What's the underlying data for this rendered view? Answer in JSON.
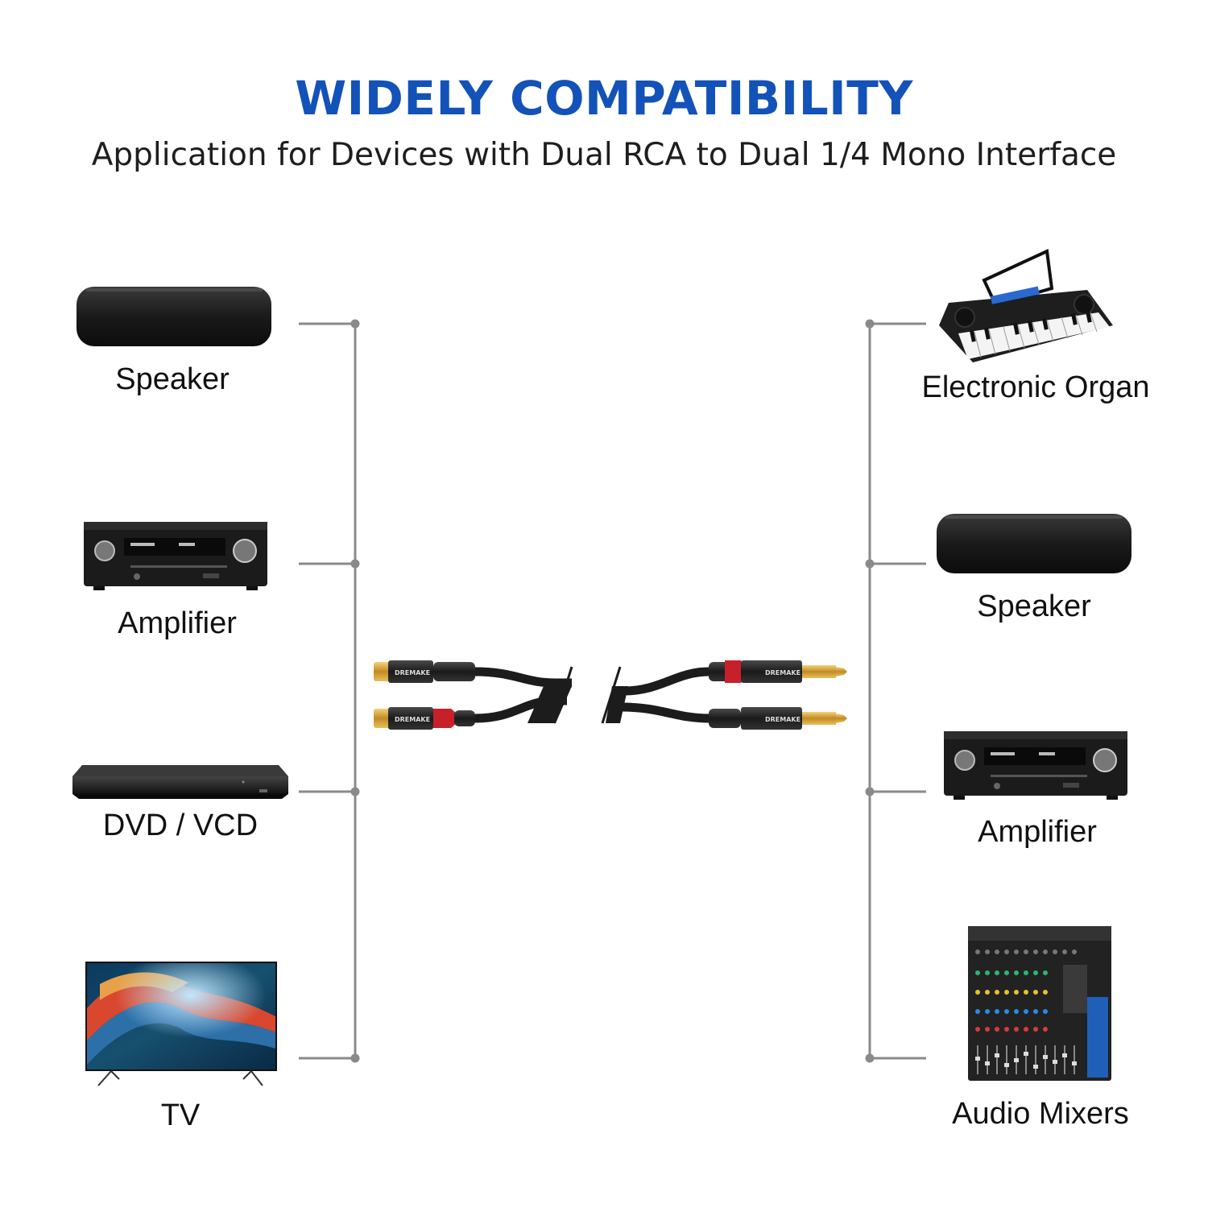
{
  "header": {
    "title": "WIDELY COMPATIBILITY",
    "subtitle": "Application for Devices with Dual RCA to Dual 1/4 Mono Interface"
  },
  "left_devices": [
    {
      "label": "Speaker",
      "icon": "speaker-icon"
    },
    {
      "label": "Amplifier",
      "icon": "amplifier-icon"
    },
    {
      "label": "DVD / VCD",
      "icon": "dvd-player-icon"
    },
    {
      "label": "TV",
      "icon": "tv-icon"
    }
  ],
  "right_devices": [
    {
      "label": "Electronic Organ",
      "icon": "keyboard-icon"
    },
    {
      "label": "Speaker",
      "icon": "speaker-icon"
    },
    {
      "label": "Amplifier",
      "icon": "amplifier-icon"
    },
    {
      "label": "Audio Mixers",
      "icon": "mixer-icon"
    }
  ],
  "cable": {
    "brand": "DREMAKE",
    "icon": "rca-to-quarter-inch-cable-icon"
  },
  "colors": {
    "title": "#1352b8",
    "connector_lines": "#8a8a8a",
    "cable": "#1c1c1c",
    "accent_red": "#c8202a",
    "gold": "#d9a83a"
  }
}
